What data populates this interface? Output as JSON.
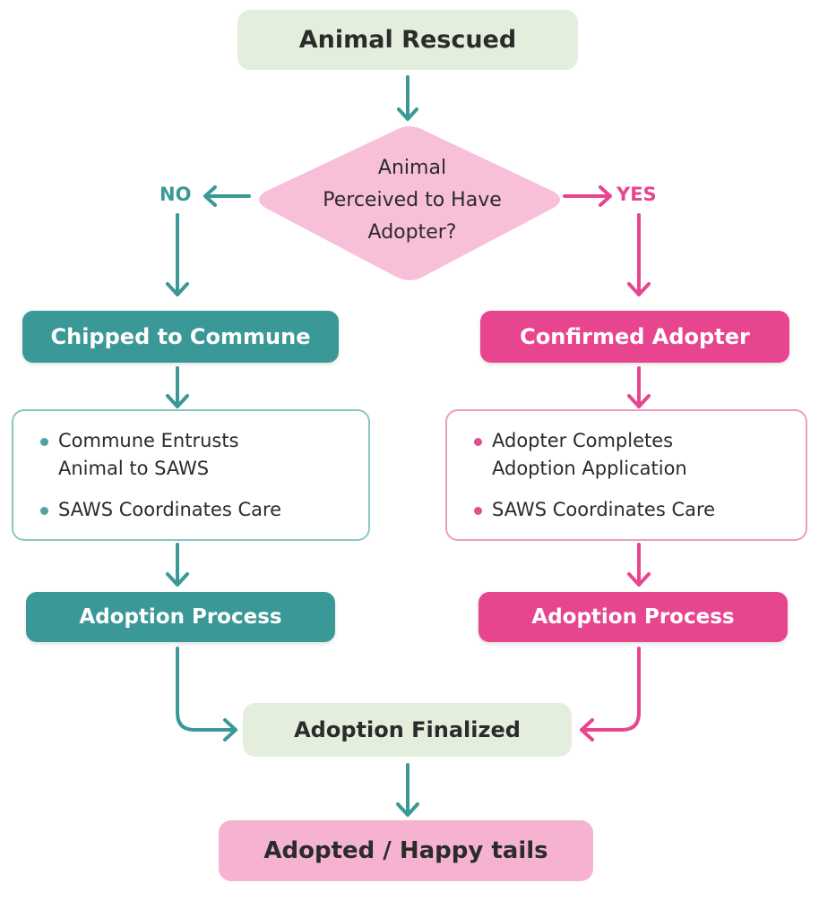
{
  "colors": {
    "teal": "#3a9896",
    "pink": "#e8458f",
    "pale_green": "#e3efdc",
    "pale_pink": "#f6b3d1",
    "diamond": "#f8bfd8",
    "text_dark": "#2b2b2b"
  },
  "nodes": {
    "start": "Animal Rescued",
    "decision": [
      "Animal",
      "Perceived to Have",
      "Adopter?"
    ],
    "no_label": "NO",
    "yes_label": "YES",
    "left_step": "Chipped to Commune",
    "left_list": [
      "Commune Entrusts",
      "Animal to SAWS",
      "SAWS Coordinates Care"
    ],
    "left_process": "Adoption Process",
    "right_step": "Confirmed Adopter",
    "right_list": [
      "Adopter Completes",
      "Adoption Application",
      "SAWS Coordinates Care"
    ],
    "right_process": "Adoption Process",
    "finalized": "Adoption Finalized",
    "end": "Adopted / Happy tails"
  }
}
